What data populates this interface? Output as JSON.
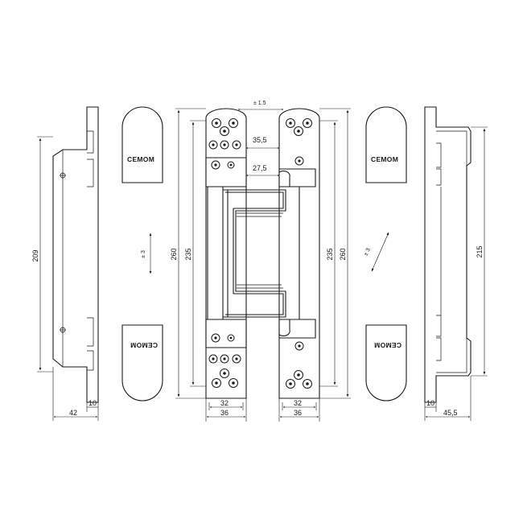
{
  "brand": {
    "logo_text": "CEMOM"
  },
  "dimensions": {
    "left_profile": {
      "length": "209",
      "body": "10",
      "overall": "42"
    },
    "center": {
      "tolerance_top": "± 1.5",
      "top_gap_1": "35,5",
      "top_gap_2": "27,5",
      "left_inner": "235",
      "left_outer": "260",
      "right_inner": "235",
      "right_outer": "260",
      "bottom_left_inner": "32",
      "bottom_left_outer": "36",
      "bottom_right_inner": "32",
      "bottom_right_outer": "36"
    },
    "adjust_vertical": "± 3",
    "adjust_diagonal": "± 3",
    "right_profile": {
      "length": "215",
      "body": "10",
      "overall": "45,5"
    }
  },
  "icons": [
    "vertical-adjust-arrow-icon",
    "diagonal-adjust-arrow-icon",
    "screw-hole-icon"
  ]
}
